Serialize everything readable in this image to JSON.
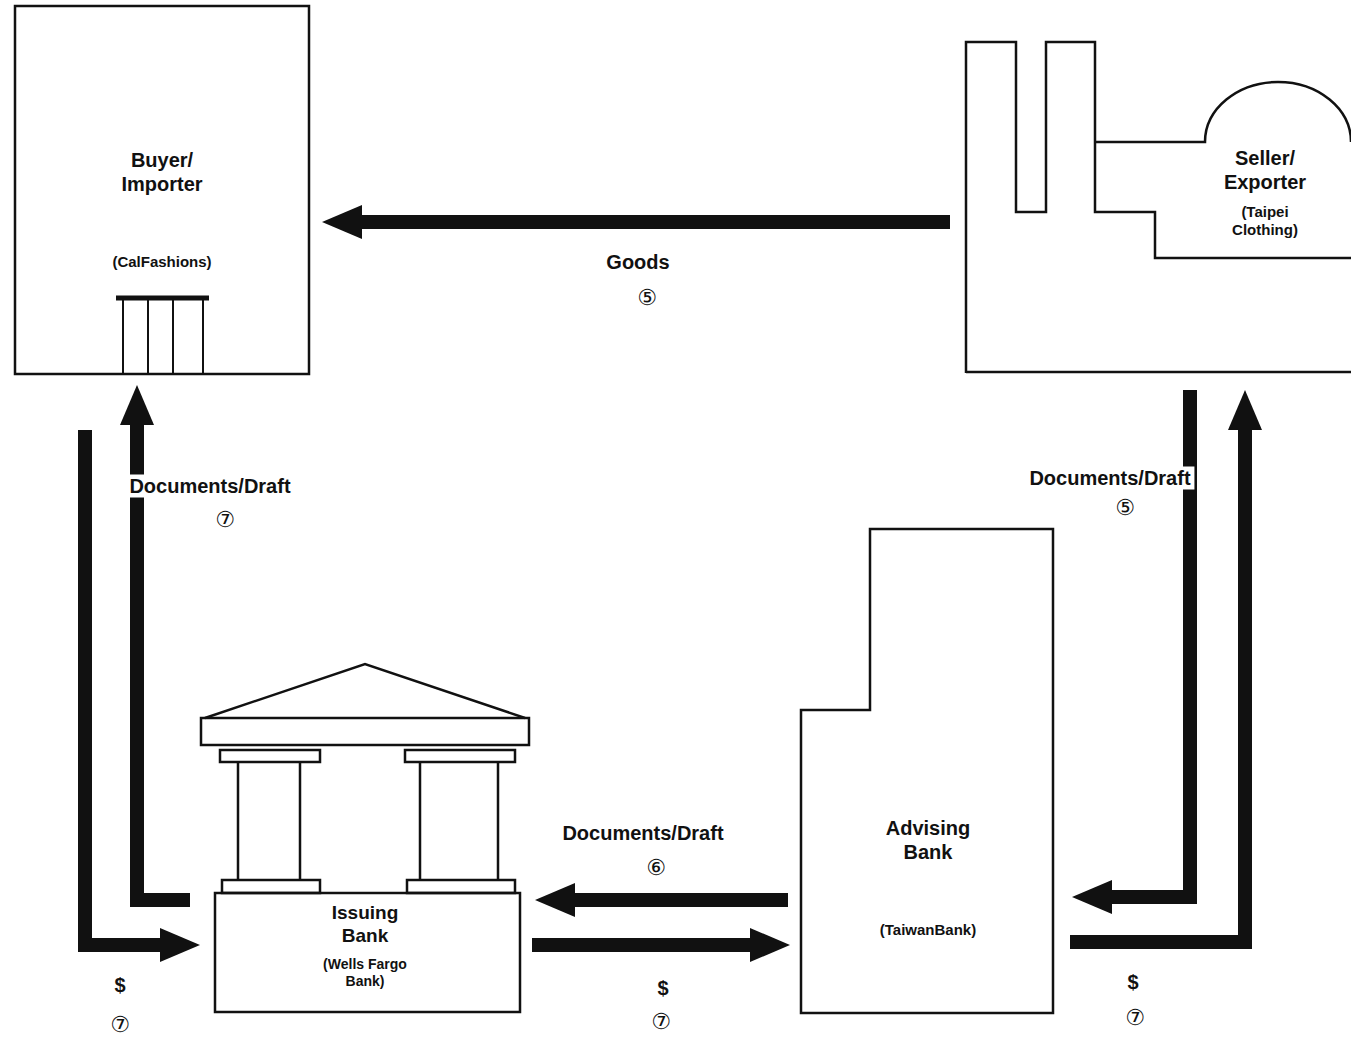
{
  "diagram": {
    "nodes": [
      {
        "text": [
          "Buyer/ Importer",
          "(CalFashions)"
        ]
      },
      {
        "text": [
          "Seller/ Exporter",
          "(Taipei Clothing)"
        ]
      },
      {
        "text": [
          "Issuing Bank",
          "(Wells Fargo Bank)"
        ]
      },
      {
        "text": [
          "Advising Bank",
          "(TaiwanBank)"
        ]
      }
    ],
    "edges": [
      {
        "from": 1,
        "to": 0,
        "arrow": "to",
        "label": "Goods"
      },
      {
        "from": 1,
        "to": 3,
        "arrow": "to",
        "label": "Documents/Draft"
      },
      {
        "from": 3,
        "to": 1,
        "arrow": "to",
        "label": "$"
      },
      {
        "from": 3,
        "to": 2,
        "arrow": "to",
        "label": "Documents/Draft"
      },
      {
        "from": 2,
        "to": 3,
        "arrow": "to",
        "label": "$"
      },
      {
        "from": 2,
        "to": 0,
        "arrow": "to",
        "label": "Documents/Draft"
      },
      {
        "from": 0,
        "to": 2,
        "arrow": "to",
        "label": "$"
      }
    ],
    "labels": [
      "⑤",
      "⑤",
      "⑥",
      "⑦",
      "⑦",
      "⑦",
      "⑦"
    ]
  }
}
